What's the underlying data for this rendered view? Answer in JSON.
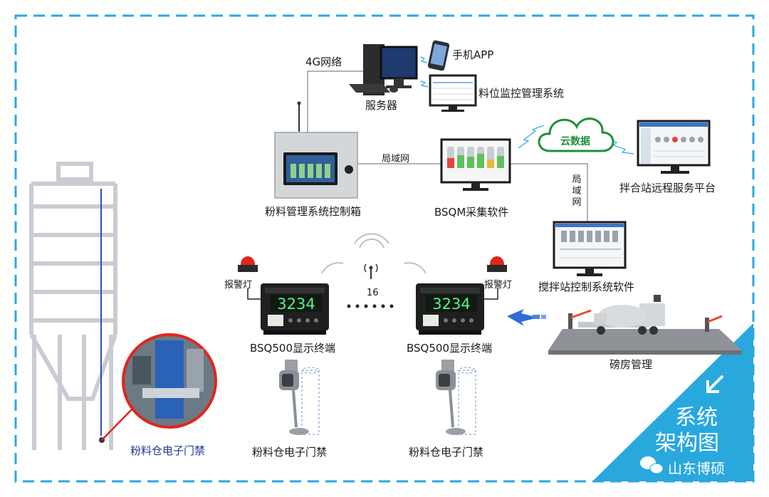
{
  "labels": {
    "network_4g": "4G网络",
    "phone_app": "手机APP",
    "server": "服务器",
    "level_monitor": "料位监控管理系统",
    "lan_h": "局域网",
    "lan_v": "局域网",
    "control_box": "粉料管理系统控制箱",
    "bsqm": "BSQM采集软件",
    "cloud": "云数据",
    "remote_platform": "拌合站远程服务平台",
    "plant_control": "搅拌站控制系统软件",
    "alarm_left": "报警灯",
    "alarm_right": "报警灯",
    "count": "16",
    "display_left": "BSQ500显示终端",
    "display_right": "BSQ500显示终端",
    "display_value_left": "3234",
    "display_value_right": "3234",
    "weighbridge": "磅房管理",
    "door_silo": "粉料仓电子门禁",
    "door_left": "粉料仓电子门禁",
    "door_right": "粉料仓电子门禁",
    "corner_line1": "系统",
    "corner_line2": "架构图",
    "brand": "山东博硕"
  },
  "colors": {
    "frame": "#29a8de",
    "corner": "#29a8de",
    "cloud": "#1f8f3a",
    "led": "#5df08a",
    "alarm": "#e0261c"
  }
}
